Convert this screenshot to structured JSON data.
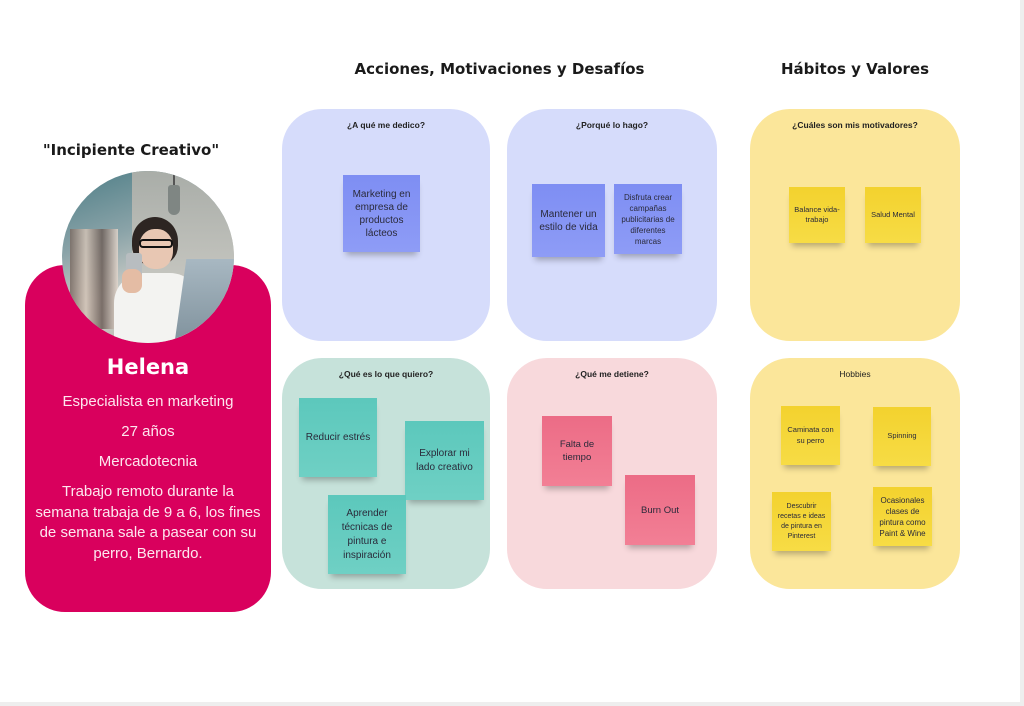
{
  "sections": {
    "actions_title": "Acciones, Motivaciones y Desafíos",
    "habits_title": "Hábitos y Valores"
  },
  "persona": {
    "tag": "\"Incipiente Creativo\"",
    "name": "Helena",
    "role": "Especialista en marketing",
    "age": "27 años",
    "field": "Mercadotecnia",
    "description": "Trabajo remoto durante la semana trabaja de 9 a 6, los fines de semana sale a pasear con su perro, Bernardo.",
    "card_color": "#d9005d"
  },
  "panels": {
    "dedico": {
      "title": "¿A qué me dedico?",
      "color": "#d6dcfb",
      "notes": [
        "Marketing en empresa de productos lácteos"
      ]
    },
    "porque": {
      "title": "¿Porqué lo hago?",
      "color": "#d6dcfb",
      "notes": [
        "Mantener un estilo de vida",
        "Disfruta crear campañas publicitarias de diferentes marcas"
      ]
    },
    "quiero": {
      "title": "¿Qué es lo que quiero?",
      "color": "#c6e2da",
      "notes": [
        "Reducir estrés",
        "Explorar mi lado creativo",
        "Aprender técnicas de pintura e inspiración"
      ]
    },
    "detiene": {
      "title": "¿Qué me detiene?",
      "color": "#f8d9dc",
      "notes": [
        "Falta de tiempo",
        "Burn Out"
      ]
    },
    "motivadores": {
      "title": "¿Cuáles son mis motivadores?",
      "color": "#fbe69a",
      "notes": [
        "Balance vida-trabajo",
        "Salud Mental"
      ]
    },
    "hobbies": {
      "title": "Hobbies",
      "color": "#fbe69a",
      "notes": [
        "Caminata con su perro",
        "Spinning",
        "Descubrir recetas e ideas de pintura en Pinterest",
        "Ocasionales clases de pintura como Paint & Wine"
      ]
    }
  },
  "sticky_colors": {
    "blue": "#8594f4",
    "teal": "#63cbbf",
    "pink": "#ef758d",
    "yellow": "#f5d63a"
  }
}
